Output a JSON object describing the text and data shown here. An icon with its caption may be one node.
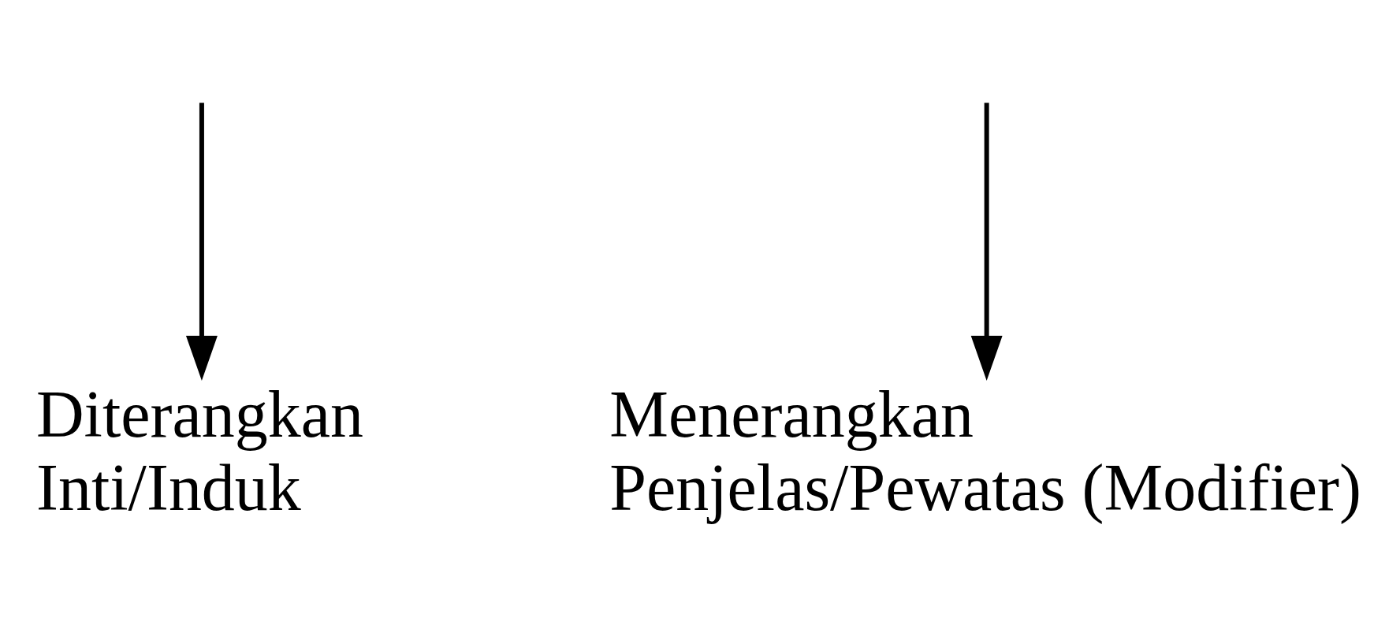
{
  "diagram": {
    "nodes": [
      {
        "text": [
          "Diterangkan",
          "Inti/Induk"
        ]
      },
      {
        "text": [
          "Menerangkan",
          "Penjelas/Pewatas (Modifier)"
        ]
      }
    ],
    "edges": [
      {
        "from": null,
        "to": 0,
        "arrow": "to"
      },
      {
        "from": null,
        "to": 1,
        "arrow": "to"
      }
    ]
  }
}
